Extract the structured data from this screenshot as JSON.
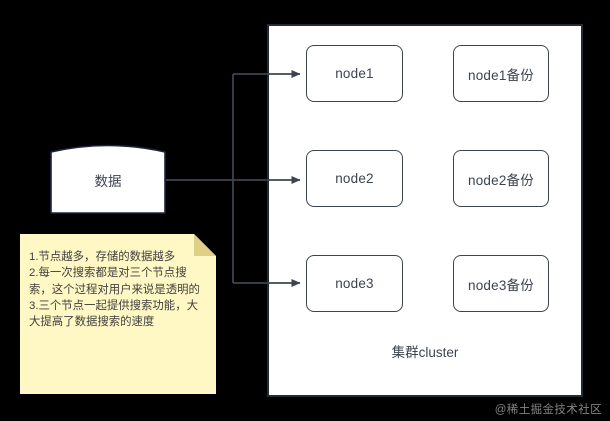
{
  "diagram": {
    "background_color": "#000000",
    "source_shape": {
      "label": "数据",
      "shape": "arched-document"
    },
    "cluster": {
      "caption": "集群cluster",
      "border_color": "#232b36",
      "fill_color": "#ffffff",
      "rows": [
        {
          "primary": "node1",
          "backup": "node1备份"
        },
        {
          "primary": "node2",
          "backup": "node2备份"
        },
        {
          "primary": "node3",
          "backup": "node3备份"
        }
      ]
    },
    "note": {
      "fill_color": "#fff8c4",
      "fold_color": "#e0cf87",
      "text": "1.节点越多，存储的数据越多\n2.每一次搜索都是对三个节点搜索，这个过程对用户来说是透明的\n3.三个节点一起提供搜索功能，大大提高了数据搜索的速度"
    },
    "connector": {
      "color": "#3c4450",
      "arrow_count": 3
    },
    "watermark": "@稀土掘金技术社区"
  }
}
